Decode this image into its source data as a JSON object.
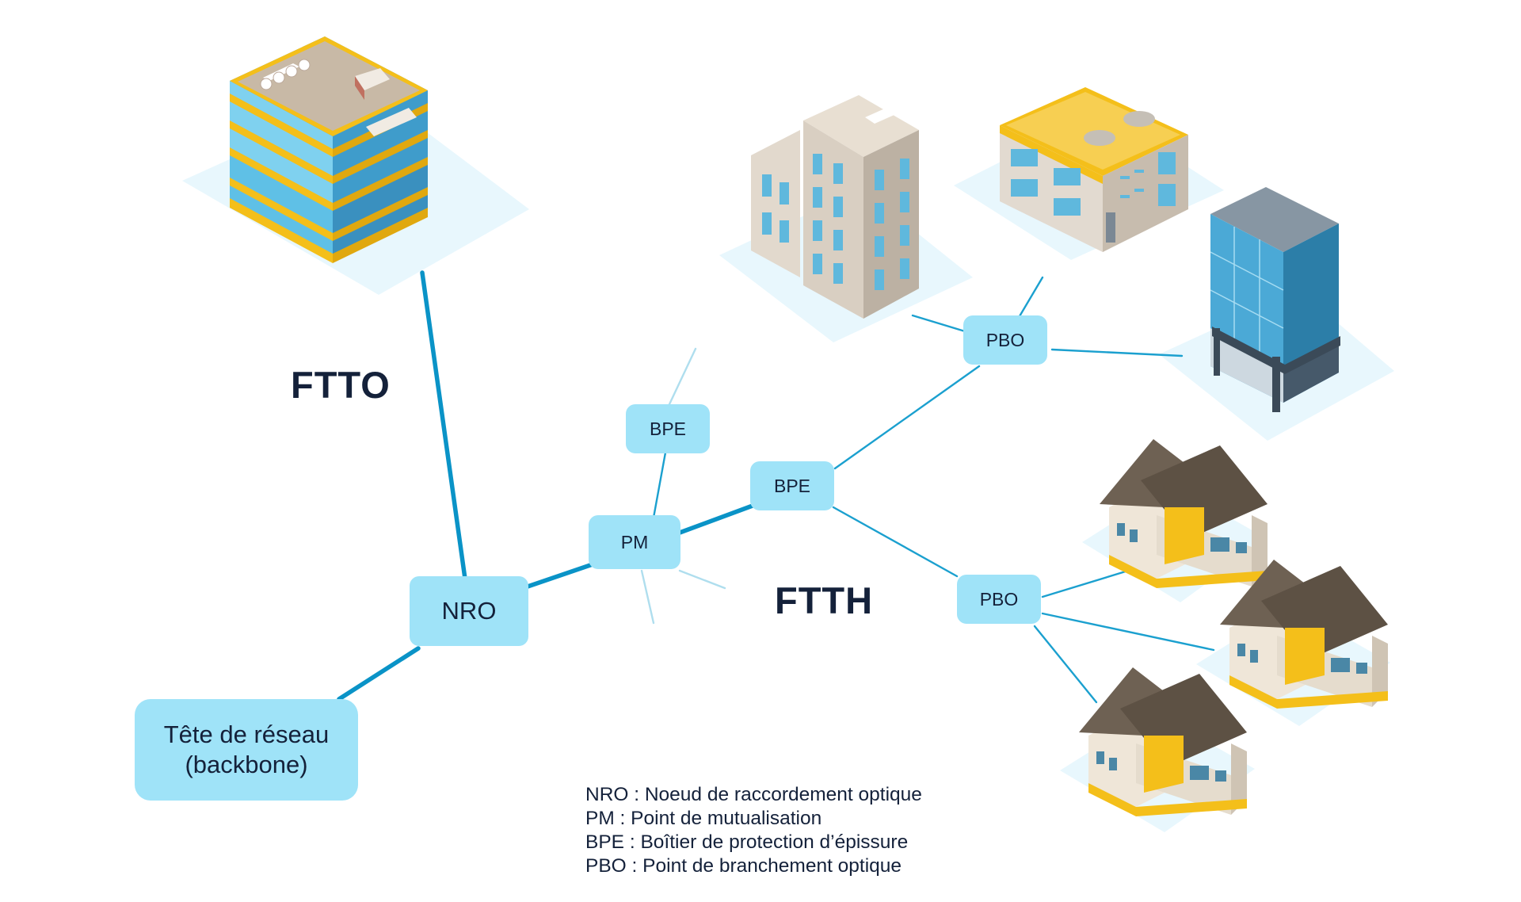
{
  "zones": {
    "ftto": "FTTO",
    "ftth": "FTTH"
  },
  "nodes": {
    "backbone_line1": "Tête de réseau",
    "backbone_line2": "(backbone)",
    "nro": "NRO",
    "pm": "PM",
    "bpe_top": "BPE",
    "bpe_main": "BPE",
    "pbo_buildings": "PBO",
    "pbo_houses": "PBO"
  },
  "legend": [
    "NRO : Noeud de raccordement optique",
    "PM : Point de mutualisation",
    "BPE : Boîtier de protection d’épissure",
    "PBO : Point de branchement optique"
  ],
  "colors": {
    "fiber_main": "#0a93c7",
    "fiber_branch": "#1ba0cf",
    "node_fill": "#9fe3f8",
    "text": "#14213a",
    "accent_yellow": "#f4bf1a"
  },
  "icons": [
    "office-building-icon",
    "apartment-building-icon",
    "flat-roof-building-icon",
    "glass-tower-icon",
    "house-icon"
  ]
}
